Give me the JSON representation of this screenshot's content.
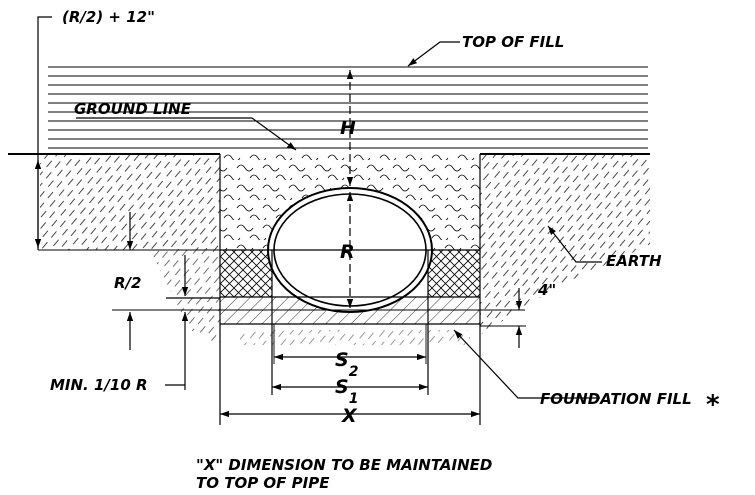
{
  "labels": {
    "r_half_plus_12": "(R/2) + 12\"",
    "top_of_fill": "TOP OF FILL",
    "ground_line": "GROUND LINE",
    "h": "H",
    "r": "R",
    "earth": "EARTH",
    "r_half": "R/2",
    "four_inch": "4\"",
    "s": "S",
    "s2_sub": "2",
    "s1_sub": "1",
    "x": "X",
    "min_tenth_r": "MIN.  1/10 R",
    "foundation_fill": "FOUNDATION FILL",
    "asterisk": "*"
  },
  "note": {
    "line1": "\"X\" DIMENSION TO BE MAINTAINED",
    "line2": "TO TOP OF PIPE"
  }
}
